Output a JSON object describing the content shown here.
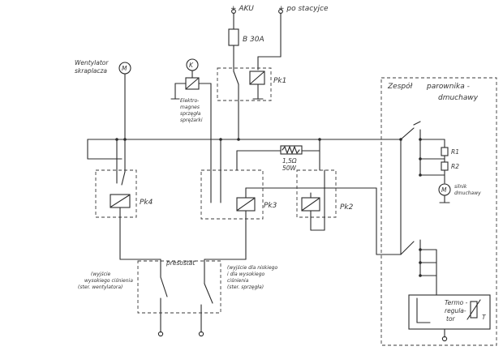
{
  "labels": {
    "plus_aku": "+ AKU",
    "plus_stacyjka": "+ po stacyjce",
    "fuse": "B 30A",
    "pk1": "Pk1",
    "pk2": "Pk2",
    "pk3": "Pk3",
    "pk4": "Pk4",
    "zespol_title": "Zespół",
    "zespol_sub1": "parownika -",
    "zespol_sub2": "dmuchawy",
    "r1": "R1",
    "r2": "R2",
    "silnik_1": "silnik",
    "silnik_2": "dmuchawy",
    "termo_1": "Termo -",
    "termo_2": "regula-",
    "termo_3": "tor",
    "t_label": "T",
    "resistor_1": "1,5Ω",
    "resistor_2": "50W",
    "presostat": "presostat",
    "went_1": "Wentylator",
    "went_2": "skraplacza",
    "sprz_1": "Elektro-",
    "sprz_2": "magnes",
    "sprz_3": "sprzęgła",
    "sprz_4": "sprężarki",
    "left_1": "(wyjście",
    "left_2": "wysokiego ciśnienia",
    "left_3": "(ster. wentylatora)",
    "right_1": "(wyjście dla niskiego",
    "right_2": "i dla wysokiego",
    "right_3": "ciśnienia",
    "right_4": "(ster. sprzęgła)",
    "motor_m": "M",
    "motor_k": "K"
  }
}
